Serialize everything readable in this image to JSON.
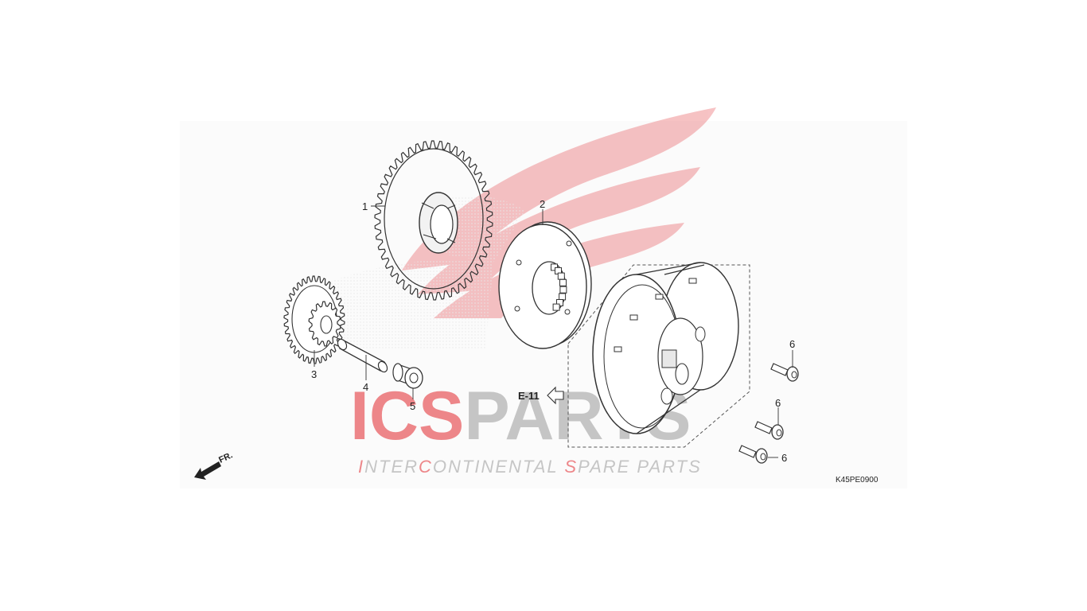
{
  "diagram": {
    "callouts": [
      "1",
      "2",
      "3",
      "4",
      "5",
      "6",
      "6",
      "6"
    ],
    "reference_label": "E-11",
    "direction_label": "FR.",
    "drawing_code": "K45PE0900"
  },
  "watermark": {
    "brand_red": "ICS",
    "brand_grey": "PARTS",
    "tagline_red_1": "I",
    "tagline_grey_1": "NTER",
    "tagline_red_2": "C",
    "tagline_grey_2": "ONTINENTAL ",
    "tagline_red_3": "S",
    "tagline_grey_3": "PARE PARTS",
    "colors": {
      "red": "#e2282d",
      "grey": "#9a9a9a"
    }
  }
}
